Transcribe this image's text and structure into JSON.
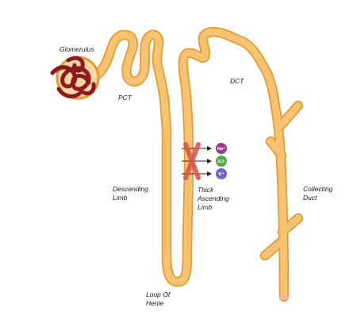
{
  "labels": {
    "glomerulus": "Glomerulus",
    "pct": "PCT",
    "dct": "DCT",
    "descending_line1": "Descending",
    "descending_line2": "Limb",
    "thick_line1": "Thick",
    "thick_line2": "Ascending",
    "thick_line3": "Limb",
    "collecting_line1": "Collecting",
    "collecting_line2": "Duct",
    "loop_line1": "Loop Of",
    "loop_line2": "Henle"
  },
  "ions": {
    "na": "Na⁺",
    "cl": "2Cl-",
    "k": "K⁺"
  },
  "colors": {
    "tubule_fill": "#F6C373",
    "tubule_outline": "#E69A30",
    "glomerulus_red": "#8E1A1F",
    "capsule_fill": "#F7D7A4",
    "inhibit_x": "#D9534F",
    "na_ion": "#9B3A8E",
    "cl_ion": "#4FA84A",
    "k_ion": "#6B66C9"
  }
}
